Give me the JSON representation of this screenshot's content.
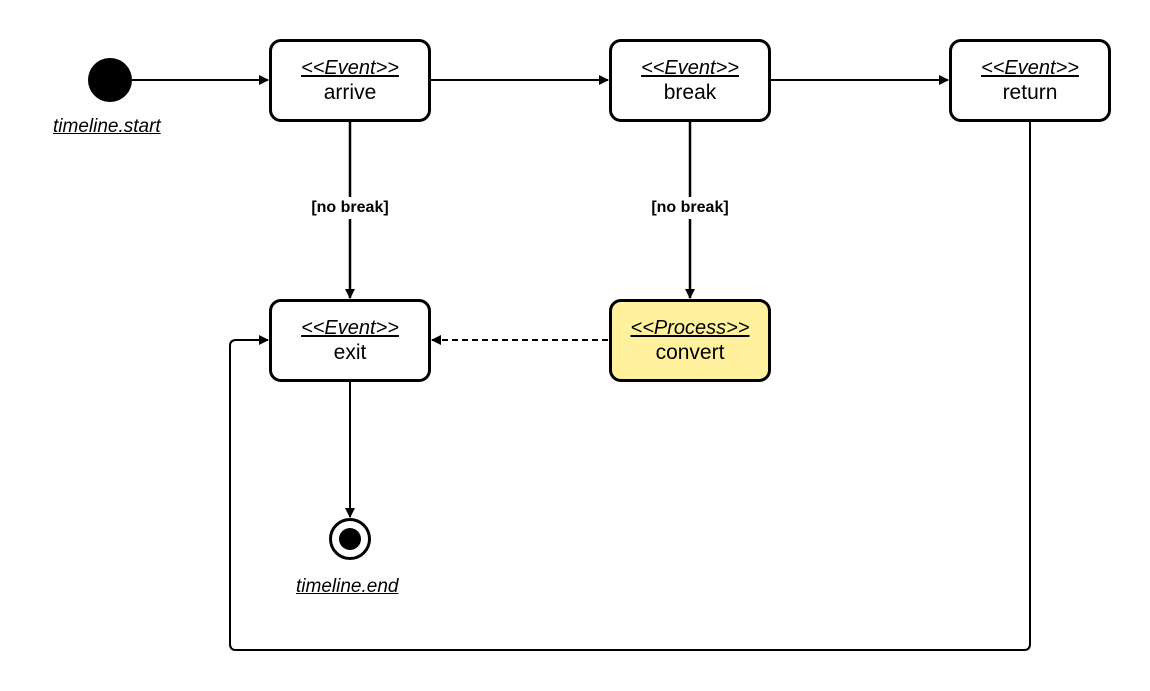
{
  "start": {
    "caption": "timeline.start"
  },
  "end": {
    "caption": "timeline.end"
  },
  "nodes": {
    "arrive": {
      "stereotype": "<<Event>>",
      "name": "arrive"
    },
    "break": {
      "stereotype": "<<Event>>",
      "name": "break"
    },
    "return": {
      "stereotype": "<<Event>>",
      "name": "return"
    },
    "exit": {
      "stereotype": "<<Event>>",
      "name": "exit"
    },
    "convert": {
      "stereotype": "<<Process>>",
      "name": "convert"
    }
  },
  "guards": {
    "arrive_to_exit": "[no break]",
    "break_to_convert": "[no break]"
  },
  "colors": {
    "process_fill": "#fff19e",
    "stroke": "#000000"
  },
  "edges": [
    {
      "from": "timeline.start",
      "to": "arrive",
      "style": "solid"
    },
    {
      "from": "arrive",
      "to": "break",
      "style": "solid"
    },
    {
      "from": "break",
      "to": "return",
      "style": "solid"
    },
    {
      "from": "arrive",
      "to": "exit",
      "style": "solid",
      "guard": "[no break]"
    },
    {
      "from": "break",
      "to": "convert",
      "style": "solid",
      "guard": "[no break]"
    },
    {
      "from": "convert",
      "to": "exit",
      "style": "dashed"
    },
    {
      "from": "return",
      "to": "exit",
      "style": "solid"
    },
    {
      "from": "exit",
      "to": "timeline.end",
      "style": "solid"
    }
  ]
}
